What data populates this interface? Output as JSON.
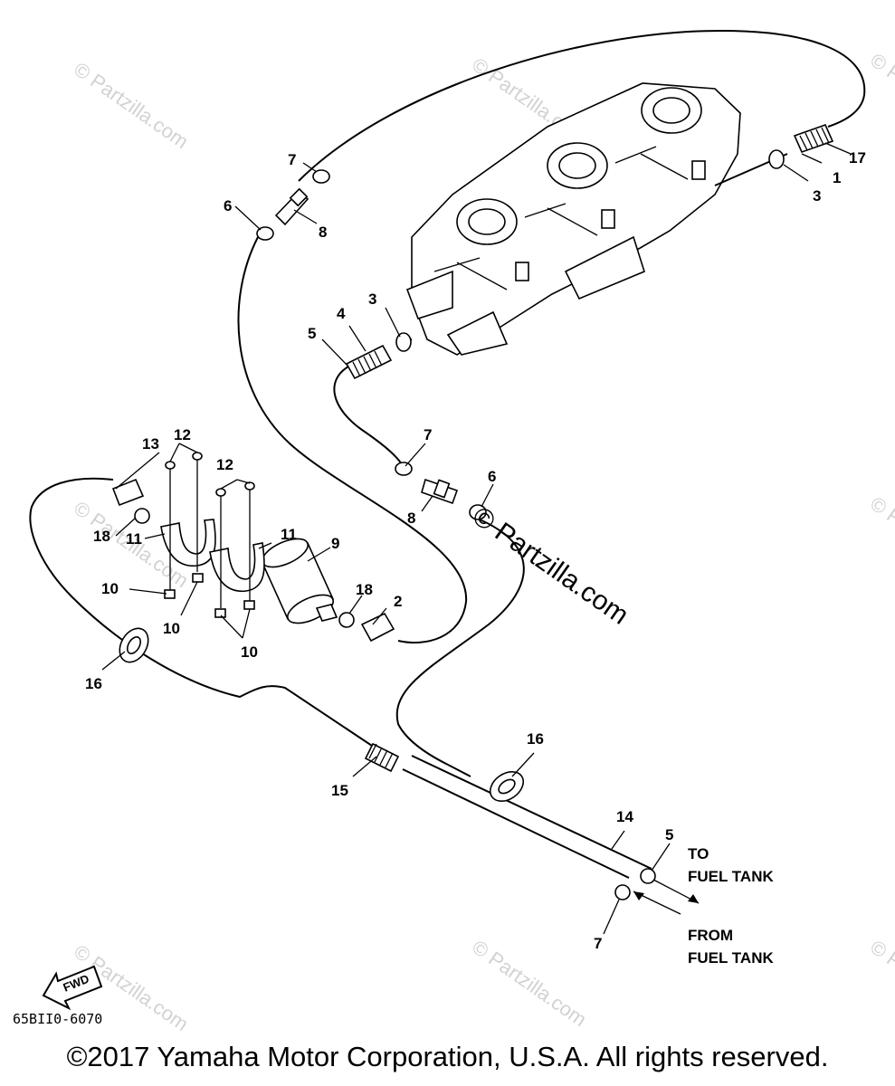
{
  "watermarks": {
    "small_text": "© Partzilla.com",
    "center_text": "© Partzilla.com"
  },
  "callouts": {
    "c1": "1",
    "c2": "2",
    "c3a": "3",
    "c3b": "3",
    "c4": "4",
    "c5a": "5",
    "c5b": "5",
    "c6a": "6",
    "c6b": "6",
    "c7a": "7",
    "c7b": "7",
    "c7c": "7",
    "c8a": "8",
    "c8b": "8",
    "c9": "9",
    "c10a": "10",
    "c10b": "10",
    "c10c": "10",
    "c11a": "11",
    "c11b": "11",
    "c12a": "12",
    "c12b": "12",
    "c13": "13",
    "c14": "14",
    "c15": "15",
    "c16a": "16",
    "c16b": "16",
    "c17": "17",
    "c18a": "18",
    "c18b": "18"
  },
  "labels": {
    "to_line1": "TO",
    "to_line2": "FUEL TANK",
    "from_line1": "FROM",
    "from_line2": "FUEL TANK",
    "fwd": "FWD"
  },
  "drawing_code": "65BII0-6070",
  "copyright": "©2017 Yamaha Motor Corporation, U.S.A. All rights reserved."
}
